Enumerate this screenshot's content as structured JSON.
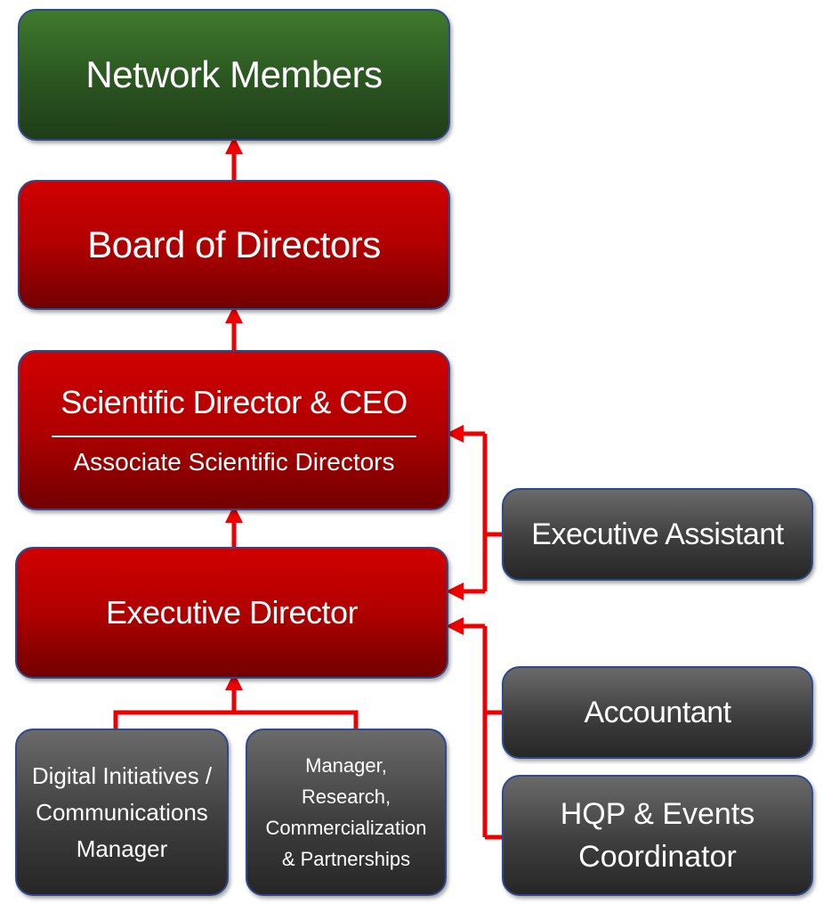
{
  "nodes": {
    "network_members": "Network Members",
    "board_of_directors": "Board of Directors",
    "scientific_director": "Scientific Director & CEO",
    "associate_scientific_directors": "Associate Scientific Directors",
    "executive_director": "Executive Director",
    "executive_assistant": "Executive Assistant",
    "accountant": "Accountant",
    "hqp_coordinator": [
      "HQP & Events",
      "Coordinator"
    ],
    "digital_manager": [
      "Digital Initiatives /",
      "Communications",
      "Manager"
    ],
    "research_manager": [
      "Manager,",
      "Research,",
      "Commercialization",
      "& Partnerships"
    ]
  },
  "colors": {
    "connector": "#ee0000",
    "green_box": "#2a5520",
    "red_box": "#b00000",
    "gray_box": "#3e3e3e",
    "border": "#2f4a8a"
  }
}
